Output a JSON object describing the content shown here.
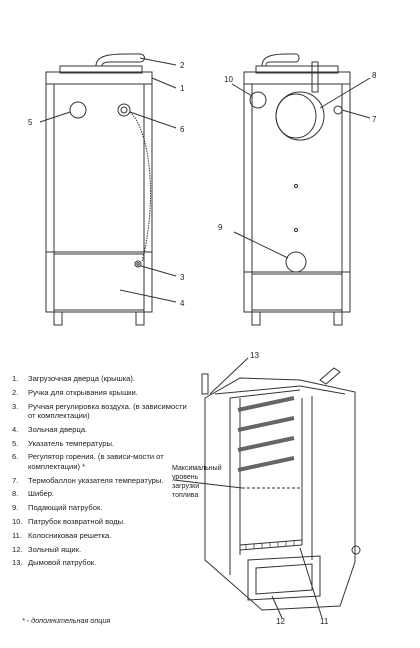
{
  "callouts": {
    "front": [
      "1",
      "2",
      "3",
      "4",
      "5",
      "6"
    ],
    "side": [
      "7",
      "8",
      "9",
      "10"
    ],
    "cutaway": [
      "11",
      "12",
      "13"
    ]
  },
  "cutaway_note": [
    "Максимальный",
    "уровень",
    "загрузки",
    "топлива"
  ],
  "legend": [
    {
      "num": "1.",
      "text": "Загрузочная дверца (крышка)."
    },
    {
      "num": "2.",
      "text": "Ручка для открывания крышки."
    },
    {
      "num": "3.",
      "text": "Ручная регулировка воздуха. (в зависимости от комплектации)"
    },
    {
      "num": "4.",
      "text": "Зольная дверца."
    },
    {
      "num": "5.",
      "text": "Указатель температуры."
    },
    {
      "num": "6.",
      "text": "Регулятор горения. (в зависи-мости от комплектации) *"
    },
    {
      "num": "7.",
      "text": "Термобаллон указателя температуры."
    },
    {
      "num": "8.",
      "text": "Шибер."
    },
    {
      "num": "9.",
      "text": "Подающий патрубок."
    },
    {
      "num": "10.",
      "text": "Патрубок возвратной воды."
    },
    {
      "num": "11.",
      "text": "Колосниковая решетка."
    },
    {
      "num": "12.",
      "text": "Зольный ящик."
    },
    {
      "num": "13.",
      "text": "Дымовой патрубок."
    }
  ],
  "footnote": "* - дополнительная опция"
}
